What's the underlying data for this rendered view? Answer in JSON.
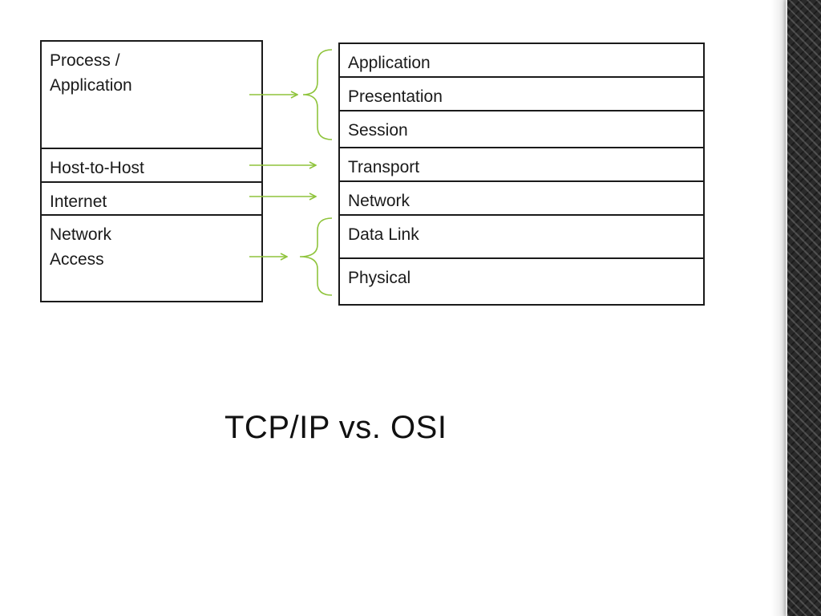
{
  "slide": {
    "title": "TCP/IP vs. OSI"
  },
  "tcp_ip_model": {
    "layers": [
      "Process /\nApplication",
      "Host-to-Host",
      "Internet",
      "Network\nAccess"
    ]
  },
  "osi_model": {
    "layers": [
      "Application",
      "Presentation",
      "Session",
      "Transport",
      "Network",
      "Data Link",
      "Physical"
    ]
  },
  "colors": {
    "connector": "#8fc43c",
    "border": "#1a1a1a",
    "text": "#1a1a1a",
    "side_strip": "#2a2a2a"
  },
  "icons": {
    "connector_arrow": "right-arrow-icon",
    "group_bracket": "curly-brace-icon"
  }
}
